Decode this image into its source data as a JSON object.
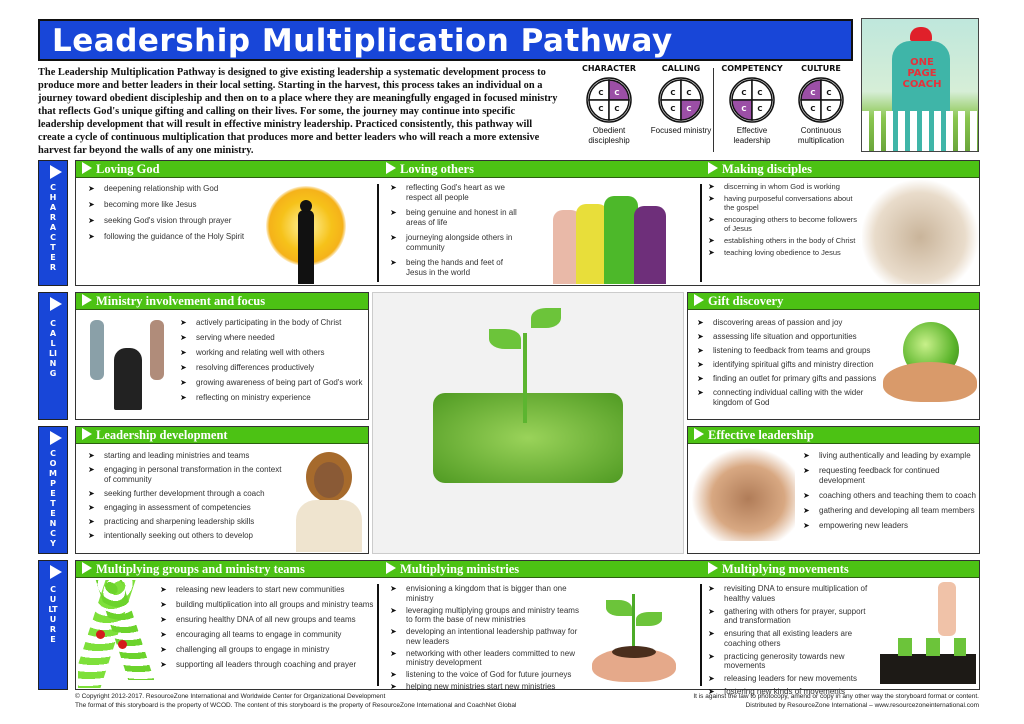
{
  "title": "Leadership Multiplication Pathway",
  "intro": "The Leadership Multiplication Pathway is designed to give existing leadership a systematic development process to produce more and better leaders in their local setting. Starting in the harvest, this process takes an individual on a journey toward obedient discipleship and then on to a place where they are meaningfully engaged in focused ministry that reflects God's unique gifting and calling on their lives. For some, the journey may continue into specific leadership development that will result in effective ministry leadership. Practiced consistently, this pathway will create a cycle of continuous multiplication that produces more and better leaders who will reach a more extensive harvest far beyond the walls of any one ministry.",
  "coach_image_text": "ONE PAGE COACH",
  "circles": [
    {
      "heading": "CHARACTER",
      "caption": "Obedient discipleship",
      "highlight": "top-right"
    },
    {
      "heading": "CALLING",
      "caption": "Focused ministry",
      "highlight": "bottom-right"
    },
    {
      "heading": "COMPETENCY",
      "caption": "Effective leadership",
      "highlight": "bottom-left"
    },
    {
      "heading": "CULTURE",
      "caption": "Continuous multiplication",
      "highlight": "top-left"
    }
  ],
  "circle_letter": "C",
  "colors": {
    "blue": "#1846d8",
    "green": "#4cc214",
    "purple": "#9b4fa6"
  },
  "tabs": [
    "CHARACTER",
    "CALLING",
    "COMPETENCY",
    "CULTURE"
  ],
  "sections": {
    "loving_god": {
      "title": "Loving God",
      "items": [
        "deepening relationship with God",
        "becoming more like Jesus",
        "seeking God's vision through prayer",
        "following the guidance of the Holy Spirit"
      ]
    },
    "loving_others": {
      "title": "Loving others",
      "items": [
        "reflecting God's heart as we respect all people",
        "being genuine and honest in all areas of life",
        "journeying alongside others in community",
        "being the hands and feet of Jesus in the world"
      ]
    },
    "making_disciples": {
      "title": "Making disciples",
      "items": [
        "discerning in whom God is working",
        "having purposeful conversations about the gospel",
        "encouraging others to become followers of Jesus",
        "establishing others in the body of Christ",
        "teaching loving obedience to Jesus"
      ]
    },
    "ministry_involvement": {
      "title": "Ministry involvement and focus",
      "items": [
        "actively participating in the body of Christ",
        "serving where needed",
        "working and relating well with others",
        "resolving differences productively",
        "growing awareness of being part of God's work",
        "reflecting on ministry experience"
      ]
    },
    "gift_discovery": {
      "title": "Gift discovery",
      "items": [
        "discovering areas of passion and joy",
        "assessing life situation and opportunities",
        "listening to feedback from teams and groups",
        "identifying spiritual gifts and ministry direction",
        "finding an outlet for primary gifts and passions",
        "connecting individual calling with the wider kingdom of God"
      ]
    },
    "leadership_development": {
      "title": "Leadership development",
      "items": [
        "starting and leading ministries and teams",
        "engaging in personal transformation in the context of community",
        "seeking further development through a coach",
        "engaging in assessment of competencies",
        "practicing and sharpening leadership skills",
        "intentionally seeking out others to develop"
      ]
    },
    "effective_leadership": {
      "title": "Effective leadership",
      "items": [
        "living authentically and leading by example",
        "requesting feedback for continued development",
        "coaching others and teaching them to coach",
        "gathering and developing all team members",
        "empowering new leaders"
      ]
    },
    "multiplying_groups": {
      "title": "Multiplying groups and ministry teams",
      "items": [
        "releasing new leaders to start new communities",
        "building multiplication into all groups and ministry teams",
        "ensuring healthy DNA of all new groups and teams",
        "encouraging all teams to engage in community",
        "challenging all groups to engage in ministry",
        "supporting all leaders through coaching and prayer"
      ]
    },
    "multiplying_ministries": {
      "title": "Multiplying ministries",
      "items": [
        "envisioning a kingdom that is bigger than one ministry",
        "leveraging multiplying groups and ministry teams to form the base of new ministries",
        "developing an intentional leadership pathway for new leaders",
        "networking with other leaders committed to new ministry development",
        "listening to the voice of God for future journeys",
        "helping new ministries start new ministries"
      ]
    },
    "multiplying_movements": {
      "title": "Multiplying movements",
      "items": [
        "revisiting DNA to ensure multiplication of healthy values",
        "gathering with others for prayer, support and transformation",
        "ensuring that all existing leaders are coaching others",
        "practicing generosity towards new movements",
        "releasing leaders for new movements",
        "fostering new kinds of movements"
      ]
    }
  },
  "footer": {
    "copyright": "© Copyright 2012-2017. ResourceZone International and Worldwide Center for Organizational Development",
    "format": "The format of this storyboard is the property of WCOD. The content of this storyboard is the property of ResourceZone International and CoachNet Global",
    "law": "It is against the law to photocopy, amend or copy in any other way the storyboard format or content.",
    "distributed": "Distributed by ResourceZone International – www.resourcezoneinternational.com"
  }
}
